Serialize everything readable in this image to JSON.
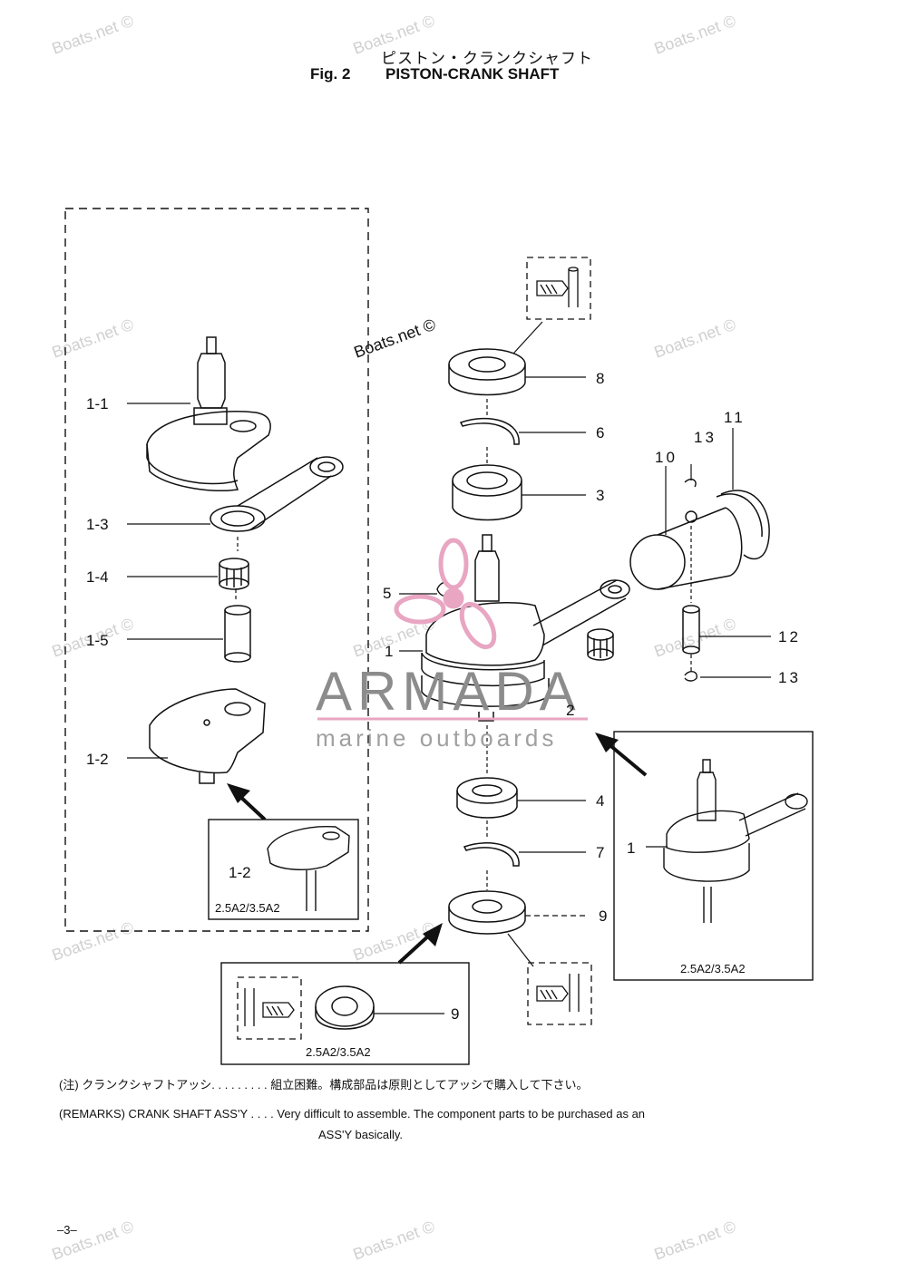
{
  "header": {
    "title_jp": "ピストン・クランクシャフト",
    "fig_number": "Fig. 2",
    "fig_title": "PISTON-CRANK SHAFT"
  },
  "watermarks": {
    "boats": "Boats.net ©",
    "armada_main": "ARMADA",
    "armada_sub": "marine outboards"
  },
  "callouts": {
    "c1_1": "1-1",
    "c1_3": "1-3",
    "c1_4": "1-4",
    "c1_5": "1-5",
    "c1_2": "1-2",
    "c1_2_inset": "1-2",
    "c8": "8",
    "c6": "6",
    "c3": "3",
    "c5": "5",
    "c1": "1",
    "c2": "2",
    "c4": "4",
    "c7": "7",
    "c9": "9",
    "c9_inset": "9",
    "c1_inset": "1",
    "c11": "11",
    "c13a": "13",
    "c10": "10",
    "c12": "12",
    "c13b": "13"
  },
  "insets": {
    "left": "2.5A2/3.5A2",
    "bottom": "2.5A2/3.5A2",
    "right": "2.5A2/3.5A2"
  },
  "notes": {
    "jp_line": "(注) クランクシャフトアッシ. . . . . . . . . 組立困難。構成部品は原則としてアッシで購入して下さい。",
    "en_line1": "(REMARKS) CRANK SHAFT ASS'Y . . . . Very difficult to assemble. The component parts to be purchased as an",
    "en_line2": "ASS'Y basically."
  },
  "footer": {
    "page": "–3–"
  },
  "colors": {
    "ink": "#111111",
    "watermark": "#d0d0d0",
    "armada": "#8c8c8c",
    "armada_sub": "#a0a0a0",
    "logo_pink": "#e8a6c2"
  }
}
